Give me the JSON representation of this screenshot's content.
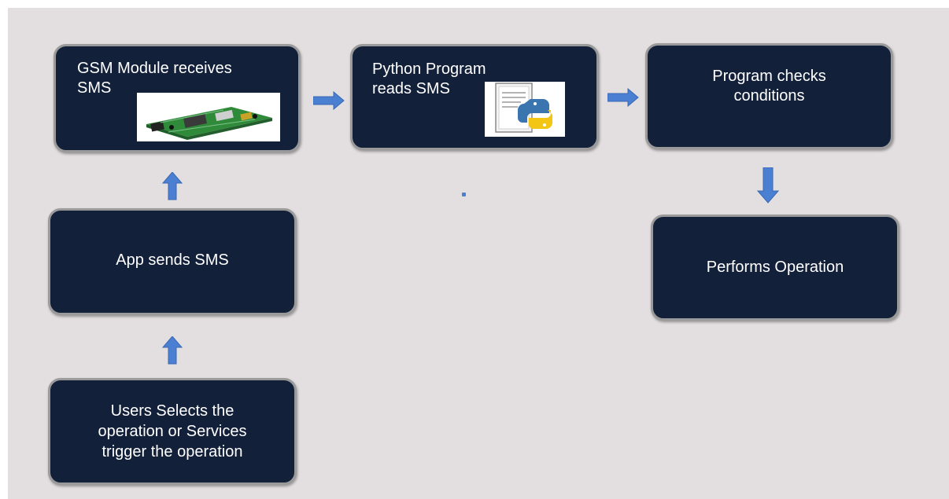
{
  "diagram": {
    "nodes": {
      "gsm_module": "GSM Module receives\nSMS",
      "python_program": "Python Program\nreads SMS",
      "program_checks": "Program checks conditions",
      "performs_operation": "Performs Operation",
      "app_sends": "App sends SMS",
      "users_selects": "Users Selects the operation or Services trigger the operation"
    },
    "colors": {
      "background": "#e3dfe1",
      "node_fill": "#13203a",
      "node_border": "#9a9a9a",
      "arrow": "#4a7fd1"
    },
    "icons": [
      "gsm-board-icon",
      "python-document-icon"
    ]
  }
}
